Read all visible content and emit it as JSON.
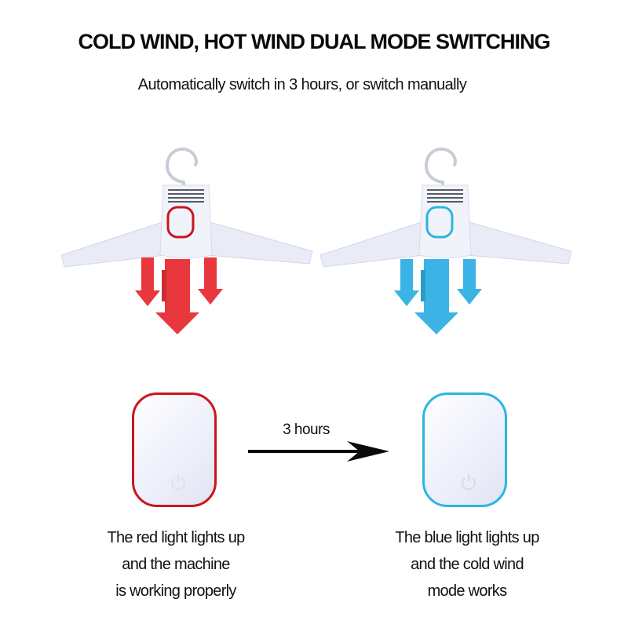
{
  "header": {
    "title": "COLD WIND, HOT WIND DUAL MODE SWITCHING",
    "subtitle": "Automatically switch in 3 hours, or switch manually"
  },
  "colors": {
    "hot": "#e8383d",
    "hot_ring": "#c8161e",
    "cold": "#3bb4e5",
    "cold_ring": "#2bb6e0",
    "hanger_body": "#eceff8"
  },
  "modes": [
    {
      "name": "hot-wind",
      "light_color": "red",
      "arrow_icon": "down-arrows-icon",
      "caption_lines": [
        "The red light lights up",
        "and the machine",
        "is working properly"
      ]
    },
    {
      "name": "cold-wind",
      "light_color": "blue",
      "arrow_icon": "down-arrows-icon",
      "caption_lines": [
        "The blue light lights up",
        "and the cold wind",
        "mode works"
      ]
    }
  ],
  "transition": {
    "label": "3 hours",
    "icon": "arrow-right-icon"
  }
}
